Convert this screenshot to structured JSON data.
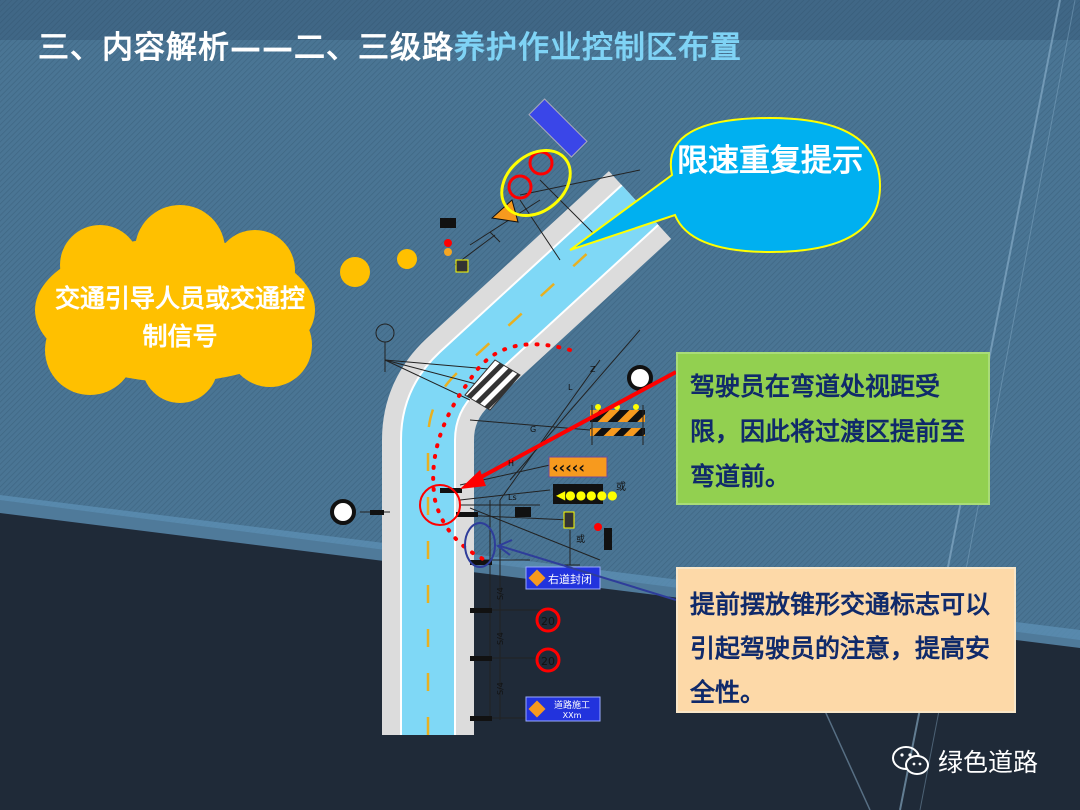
{
  "title": {
    "part1": "三、内容解析——二、三级路",
    "part2": "养护作业控制区布置"
  },
  "callouts": {
    "cloud": "交通引导人员或交通控制信号",
    "speed": "限速重复提示",
    "curve_note": "驾驶员在弯道处视距受限，因此将过渡区提前至弯道前。",
    "cone_note": "提前摆放锥形交通标志可以引起驾驶员的注意，提高安全性。"
  },
  "signs": {
    "speed_limit": "20",
    "right_lane_closed": "右道封闭",
    "road_work": "道路施工",
    "road_work_dist": "XXm",
    "or_label": "或"
  },
  "dimension_labels": [
    "S/4",
    "L",
    "G",
    "Z",
    "H",
    "Ls"
  ],
  "colors": {
    "accent_title": "#7fd3f5",
    "cloud": "#ffc000",
    "speech": "#00b0f0",
    "green_box": "#92d050",
    "peach_box": "#fdd9a8",
    "warning": "#ff0000"
  },
  "logo": {
    "text": "绿色道路",
    "icon": "wechat-icon"
  }
}
